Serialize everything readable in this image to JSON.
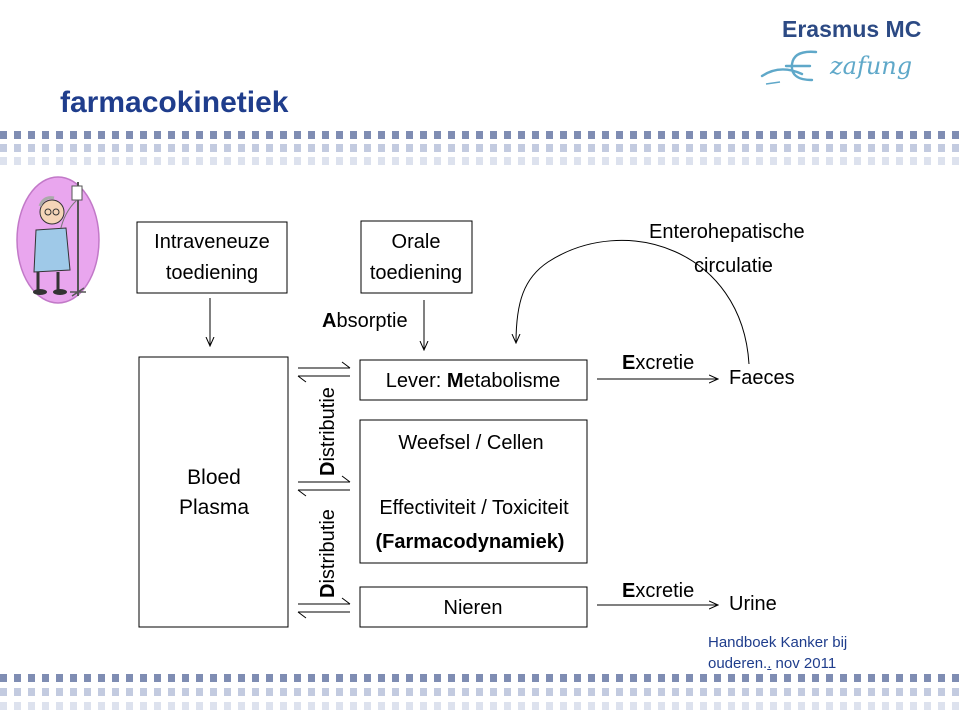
{
  "slide": {
    "title": "farmacokinetiek",
    "logo_text": "Erasmus MC",
    "logo_script": "zafung"
  },
  "diagram": {
    "boxes": {
      "intraveneus": [
        "Intraveneuze",
        "toediening"
      ],
      "oraal": [
        "Orale",
        "toediening"
      ],
      "bloed": [
        "Bloed",
        "Plasma"
      ],
      "lever_prefix": "Lever: ",
      "lever_initial": "M",
      "lever_rest": "etabolisme",
      "weefsel_line1": "Weefsel / Cellen",
      "weefsel_line2": "Effectiviteit / Toxiciteit",
      "weefsel_line3": "(Farmacodynamiek)",
      "nieren": "Nieren"
    },
    "labels": {
      "absorptie_initial": "A",
      "absorptie_rest": "bsorptie",
      "distributie_initial": "D",
      "distributie_rest": "istributie",
      "excretie_initial": "E",
      "excretie_rest": "xcretie",
      "entero": [
        "Enterohepatische",
        "circulatie"
      ],
      "faeces": "Faeces",
      "urine": "Urine"
    }
  },
  "source": {
    "line1": "Handboek Kanker bij",
    "line2": "ouderen.",
    "line2_link": ".",
    "line2_rest": " nov 2011"
  },
  "colors": {
    "title": "#1f3d8c",
    "logo": "#2c4a84",
    "patient_oval": "#e9a6ee"
  }
}
